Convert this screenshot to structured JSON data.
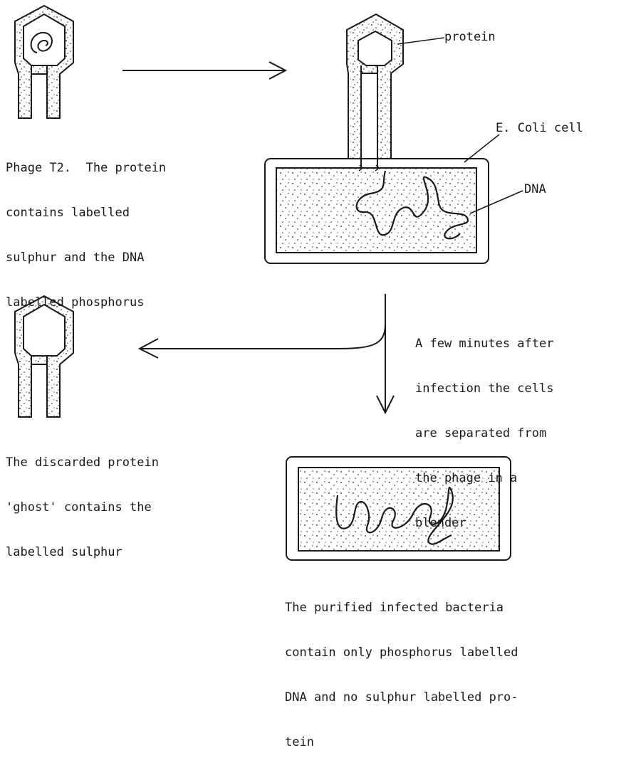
{
  "captions": {
    "phage_intro": [
      "Phage T2.  The protein",
      "contains labelled",
      "sulphur and the DNA",
      "labelled phosphorus"
    ],
    "blender_step": [
      "A few minutes after",
      "infection the cells",
      "are separated from",
      "the phage in a",
      "blender"
    ],
    "ghost": [
      "The discarded protein",
      "'ghost' contains the",
      "labelled sulphur"
    ],
    "result": [
      "The purified infected bacteria",
      "contain only phosphorus labelled",
      "DNA and no sulphur labelled pro-",
      "tein"
    ]
  },
  "labels": {
    "protein": "protein",
    "ecoli": "E. Coli cell",
    "dna": "DNA"
  },
  "colors": {
    "ink": "#1a1a1a",
    "paper": "#ffffff"
  }
}
